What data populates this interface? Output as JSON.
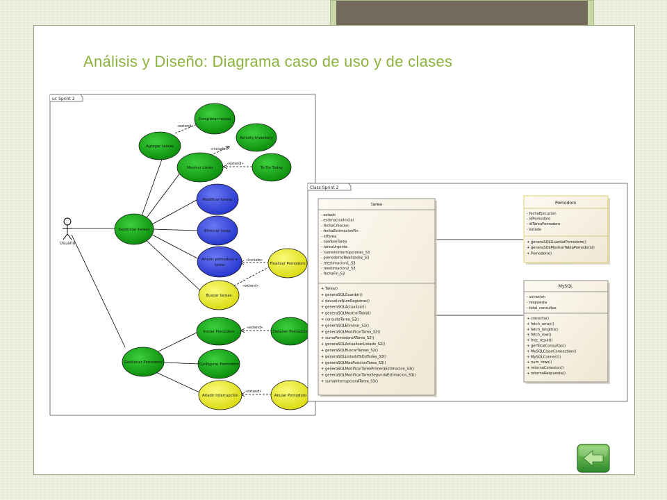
{
  "slide": {
    "title": "Análisis y Diseño: Diagrama caso de uso y de clases"
  },
  "use_case": {
    "frame_label": "uc Sprint 2",
    "actor": "Usuario",
    "stereotypes": {
      "extend": "«extend»",
      "include": "«include»"
    },
    "cases": {
      "completar_tareas": "Completar tareas",
      "agregar_tareas": "Agregar tareas",
      "activity_inventory": "Activity Inventory",
      "mostrar_listas": "Mostrar Listas",
      "to_do_today": "To Do Today",
      "modificar_tareas": "Modificar tareas",
      "gestionar_tareas": "Gestionar tareas",
      "eliminar_tarea": "Eliminar tarea",
      "anadir_pomodoro_tarea_1": "Añadir pomodoro a",
      "anadir_pomodoro_tarea_2": "tarea",
      "finalizar_pomodoro": "Finalizar Pomodoro",
      "buscar_tareas": "Buscar tareas",
      "iniciar_pomodoro": "Iniciar Pomodoro",
      "detener_pomodoro": "Detener Pomodoro",
      "gestionar_pomodoro": "Gestionar Pomodoro",
      "configurar_pomodoro": "Configurar Pomodoro",
      "anadir_interrupcion": "Añadir Interrupción",
      "anular_pomodoro": "Anular Pomodoro"
    }
  },
  "class_diagram": {
    "frame_label": "Class Sprint 2",
    "classes": {
      "tarea": {
        "name": "tarea",
        "attributes": [
          "estado",
          "estimacionInicial",
          "fechaCreacion",
          "fechaEstimacionFin",
          "idTarea",
          "nombreTarea",
          "tareaUrgente",
          "numeroInterrupciones_S3",
          "pomodorosRealizados_S3",
          "reestimacion1_S3",
          "reestimacion2_S3",
          "fechaFin_S3"
        ],
        "methods": [
          "Tarea()",
          "generaSQLGuardar()",
          "devuelveNumRegistros()",
          "generaSQLActualizar()",
          "generaSQLMostrarTabla()",
          "consultaTarea_S2()",
          "generaSQLEliminar_S2()",
          "generaSQLModificarTarea_S2()",
          "sumaPomodoroATarea_S2()",
          "generaSQLActualizarListado_S2()",
          "generaSQLBuscarTareas_S2()",
          "generaSQLListadoToDoToday_S3()",
          "generaSQLMaxPosicionTarea_S3()",
          "generaSQLModificarTareaPrimeraEstimacion_S3()",
          "generaSQLModificarTareaSegundaEstimacion_S3()",
          "sumaInterrupcionATarea_S3()"
        ]
      },
      "pomodoro": {
        "name": "Pomodoro",
        "attributes": [
          "fechaEjecucion",
          "idPomodoro",
          "idTareaPomodoro",
          "estado"
        ],
        "methods": [
          "generaSQLGuardarPomodoro()",
          "generaSQLMostrarTablaPomodoro()",
          "Pomodoro()"
        ]
      },
      "mysql": {
        "name": "MySQL",
        "attributes": [
          "conexion",
          "respuesta",
          "total_consultas"
        ],
        "methods": [
          "consulta()",
          "fetch_array()",
          "fetch_lengths()",
          "fetch_row()",
          "free_result()",
          "getTotalConsultas()",
          "MySQLCloseConnection()",
          "MySQLConnect()",
          "num_rows()",
          "retornaConexion()",
          "retornaRespuesta()"
        ]
      }
    }
  },
  "navigation": {
    "back_button_icon": "left-arrow-icon"
  },
  "colors": {
    "title": "#8bb33c",
    "use_case_green": "#18a518",
    "use_case_blue": "#3c4ee6",
    "use_case_yellow": "#eaea28",
    "class_fill": "#fbf6ea",
    "pomodoro_border": "#e0d36a",
    "nav_button": "#46b048"
  }
}
